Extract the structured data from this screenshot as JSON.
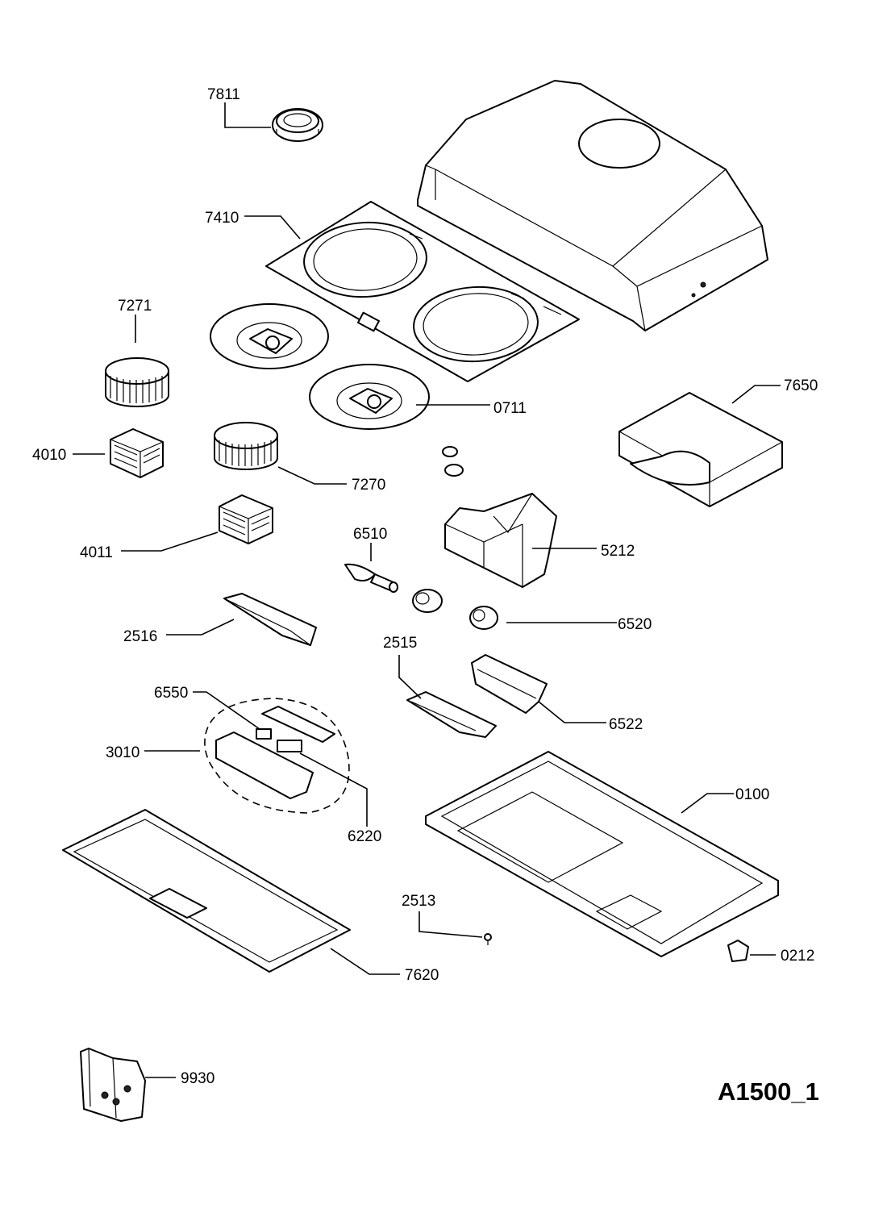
{
  "diagram": {
    "reference": "A1500_1",
    "parts": [
      {
        "id": "7811"
      },
      {
        "id": "7410"
      },
      {
        "id": "7271"
      },
      {
        "id": "0711"
      },
      {
        "id": "7650"
      },
      {
        "id": "4010"
      },
      {
        "id": "7270"
      },
      {
        "id": "4011"
      },
      {
        "id": "6510"
      },
      {
        "id": "5212"
      },
      {
        "id": "6520"
      },
      {
        "id": "2516"
      },
      {
        "id": "2515"
      },
      {
        "id": "6550"
      },
      {
        "id": "6522"
      },
      {
        "id": "3010"
      },
      {
        "id": "0100"
      },
      {
        "id": "6220"
      },
      {
        "id": "2513"
      },
      {
        "id": "0212"
      },
      {
        "id": "7620"
      },
      {
        "id": "9930"
      }
    ]
  }
}
